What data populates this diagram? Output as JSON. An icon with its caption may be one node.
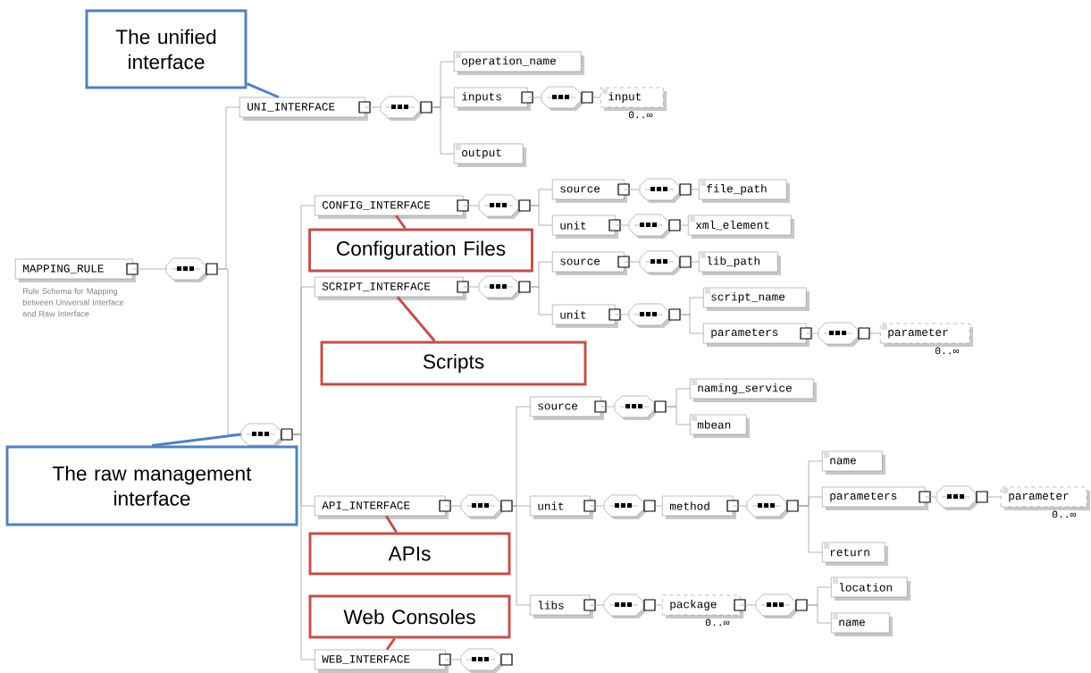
{
  "diagram": {
    "nodes": [
      {
        "text": [
          "MAPPING_RULE"
        ]
      },
      {
        "text": [],
        "shape": "octagon"
      },
      {
        "text": [
          "UNI_INTERFACE"
        ]
      },
      {
        "text": [],
        "shape": "octagon"
      },
      {
        "text": [
          "operation_name"
        ]
      },
      {
        "text": [
          "inputs"
        ]
      },
      {
        "text": [],
        "shape": "octagon"
      },
      {
        "text": [
          "input"
        ],
        "beside": [
          "0..∞"
        ]
      },
      {
        "text": [
          "output"
        ]
      },
      {
        "text": [],
        "shape": "octagon"
      },
      {
        "text": [
          "CONFIG_INTERFACE"
        ]
      },
      {
        "text": [],
        "shape": "octagon"
      },
      {
        "text": [
          "source"
        ]
      },
      {
        "text": [],
        "shape": "octagon"
      },
      {
        "text": [
          "file_path"
        ]
      },
      {
        "text": [
          "unit"
        ]
      },
      {
        "text": [],
        "shape": "octagon"
      },
      {
        "text": [
          "xml_element"
        ]
      },
      {
        "text": [
          "SCRIPT_INTERFACE"
        ]
      },
      {
        "text": [],
        "shape": "octagon"
      },
      {
        "text": [
          "source"
        ]
      },
      {
        "text": [],
        "shape": "octagon"
      },
      {
        "text": [
          "lib_path"
        ]
      },
      {
        "text": [
          "unit"
        ]
      },
      {
        "text": [],
        "shape": "octagon"
      },
      {
        "text": [
          "script_name"
        ]
      },
      {
        "text": [
          "parameters"
        ]
      },
      {
        "text": [],
        "shape": "octagon"
      },
      {
        "text": [
          "parameter"
        ],
        "beside": [
          "0..∞"
        ]
      },
      {
        "text": [
          "API_INTERFACE"
        ]
      },
      {
        "text": [],
        "shape": "octagon"
      },
      {
        "text": [
          "source"
        ]
      },
      {
        "text": [],
        "shape": "octagon"
      },
      {
        "text": [
          "naming_service"
        ]
      },
      {
        "text": [
          "mbean"
        ]
      },
      {
        "text": [
          "unit"
        ]
      },
      {
        "text": [],
        "shape": "octagon"
      },
      {
        "text": [
          "method"
        ]
      },
      {
        "text": [],
        "shape": "octagon"
      },
      {
        "text": [
          "name"
        ]
      },
      {
        "text": [
          "parameters"
        ]
      },
      {
        "text": [],
        "shape": "octagon"
      },
      {
        "text": [
          "parameter"
        ],
        "beside": [
          "0..∞"
        ]
      },
      {
        "text": [
          "return"
        ]
      },
      {
        "text": [
          "libs"
        ]
      },
      {
        "text": [],
        "shape": "octagon"
      },
      {
        "text": [
          "package"
        ],
        "beside": [
          "0..∞"
        ]
      },
      {
        "text": [],
        "shape": "octagon"
      },
      {
        "text": [
          "location"
        ]
      },
      {
        "text": [
          "name"
        ]
      },
      {
        "text": [
          "WEB_INTERFACE"
        ]
      },
      {
        "text": [],
        "shape": "octagon"
      },
      {
        "text": [
          "The unified interface"
        ]
      },
      {
        "text": [
          "Configuration Files"
        ]
      },
      {
        "text": [
          "Scripts"
        ]
      },
      {
        "text": [
          "The raw management interface"
        ]
      },
      {
        "text": [
          "APIs"
        ]
      },
      {
        "text": [
          "Web Consoles"
        ]
      }
    ],
    "edges": [
      {
        "from": 0,
        "to": 1,
        "arrow": "none"
      },
      {
        "from": 1,
        "to": 2,
        "arrow": "none"
      },
      {
        "from": 1,
        "to": 9,
        "arrow": "none"
      },
      {
        "from": 2,
        "to": 3,
        "arrow": "none"
      },
      {
        "from": 3,
        "to": 4,
        "arrow": "none"
      },
      {
        "from": 3,
        "to": 5,
        "arrow": "none"
      },
      {
        "from": 3,
        "to": 8,
        "arrow": "none"
      },
      {
        "from": 5,
        "to": 6,
        "arrow": "none"
      },
      {
        "from": 6,
        "to": 7,
        "arrow": "none"
      },
      {
        "from": 9,
        "to": 10,
        "arrow": "none"
      },
      {
        "from": 9,
        "to": 18,
        "arrow": "none"
      },
      {
        "from": 9,
        "to": 29,
        "arrow": "none"
      },
      {
        "from": 9,
        "to": 50,
        "arrow": "none"
      },
      {
        "from": 10,
        "to": 11,
        "arrow": "none"
      },
      {
        "from": 11,
        "to": 12,
        "arrow": "none"
      },
      {
        "from": 11,
        "to": 15,
        "arrow": "none"
      },
      {
        "from": 12,
        "to": 13,
        "arrow": "none"
      },
      {
        "from": 13,
        "to": 14,
        "arrow": "none"
      },
      {
        "from": 15,
        "to": 16,
        "arrow": "none"
      },
      {
        "from": 16,
        "to": 17,
        "arrow": "none"
      },
      {
        "from": 18,
        "to": 19,
        "arrow": "none"
      },
      {
        "from": 19,
        "to": 20,
        "arrow": "none"
      },
      {
        "from": 19,
        "to": 23,
        "arrow": "none"
      },
      {
        "from": 20,
        "to": 21,
        "arrow": "none"
      },
      {
        "from": 21,
        "to": 22,
        "arrow": "none"
      },
      {
        "from": 23,
        "to": 24,
        "arrow": "none"
      },
      {
        "from": 24,
        "to": 25,
        "arrow": "none"
      },
      {
        "from": 24,
        "to": 26,
        "arrow": "none"
      },
      {
        "from": 26,
        "to": 27,
        "arrow": "none"
      },
      {
        "from": 27,
        "to": 28,
        "arrow": "none"
      },
      {
        "from": 29,
        "to": 30,
        "arrow": "none"
      },
      {
        "from": 30,
        "to": 31,
        "arrow": "none"
      },
      {
        "from": 30,
        "to": 35,
        "arrow": "none"
      },
      {
        "from": 30,
        "to": 44,
        "arrow": "none"
      },
      {
        "from": 31,
        "to": 32,
        "arrow": "none"
      },
      {
        "from": 32,
        "to": 33,
        "arrow": "none"
      },
      {
        "from": 32,
        "to": 34,
        "arrow": "none"
      },
      {
        "from": 35,
        "to": 36,
        "arrow": "none"
      },
      {
        "from": 36,
        "to": 37,
        "arrow": "none"
      },
      {
        "from": 37,
        "to": 38,
        "arrow": "none"
      },
      {
        "from": 38,
        "to": 39,
        "arrow": "none"
      },
      {
        "from": 38,
        "to": 40,
        "arrow": "none"
      },
      {
        "from": 38,
        "to": 43,
        "arrow": "none"
      },
      {
        "from": 40,
        "to": 41,
        "arrow": "none"
      },
      {
        "from": 41,
        "to": 42,
        "arrow": "none"
      },
      {
        "from": 44,
        "to": 45,
        "arrow": "none"
      },
      {
        "from": 45,
        "to": 46,
        "arrow": "none"
      },
      {
        "from": 46,
        "to": 47,
        "arrow": "none"
      },
      {
        "from": 47,
        "to": 48,
        "arrow": "none"
      },
      {
        "from": 47,
        "to": 49,
        "arrow": "none"
      },
      {
        "from": 50,
        "to": 51,
        "arrow": "none"
      },
      {
        "from": 52,
        "to": 2,
        "arrow": "none",
        "style": "thick",
        "color": "#4f81bd"
      },
      {
        "from": 53,
        "to": 10,
        "arrow": "none",
        "style": "thick",
        "color": "#c0504d"
      },
      {
        "from": 54,
        "to": 18,
        "arrow": "none",
        "style": "thick",
        "color": "#c0504d"
      },
      {
        "from": 55,
        "to": 9,
        "arrow": "none",
        "style": "thick",
        "color": "#4f81bd"
      },
      {
        "from": 56,
        "to": 29,
        "arrow": "none",
        "style": "thick",
        "color": "#c0504d"
      },
      {
        "from": 57,
        "to": 50,
        "arrow": "none",
        "style": "thick",
        "color": "#c0504d"
      }
    ],
    "labels": [
      "Rule Schema for Mapping between Universal Interface and Raw Interface"
    ]
  }
}
